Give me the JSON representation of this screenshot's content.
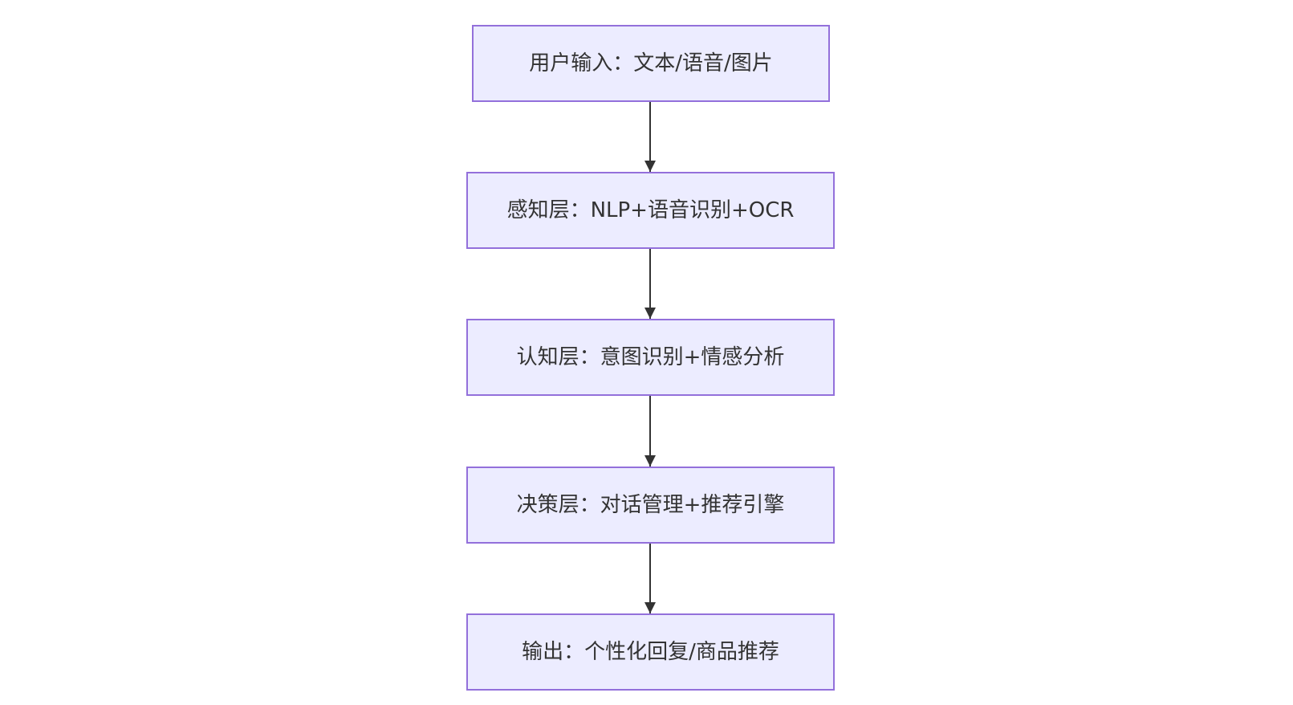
{
  "diagram": {
    "nodes": [
      {
        "label": "用户输入：文本/语音/图片"
      },
      {
        "label": "感知层：NLP+语音识别+OCR"
      },
      {
        "label": "认知层：意图识别+情感分析"
      },
      {
        "label": "决策层：对话管理+推荐引擎"
      },
      {
        "label": "输出：个性化回复/商品推荐"
      }
    ],
    "edges": [
      {
        "from": 0,
        "to": 1
      },
      {
        "from": 1,
        "to": 2
      },
      {
        "from": 2,
        "to": 3
      },
      {
        "from": 3,
        "to": 4
      }
    ],
    "colors": {
      "node_fill": "#ececff",
      "node_border": "#9370db",
      "edge": "#333333",
      "text": "#333333"
    }
  }
}
